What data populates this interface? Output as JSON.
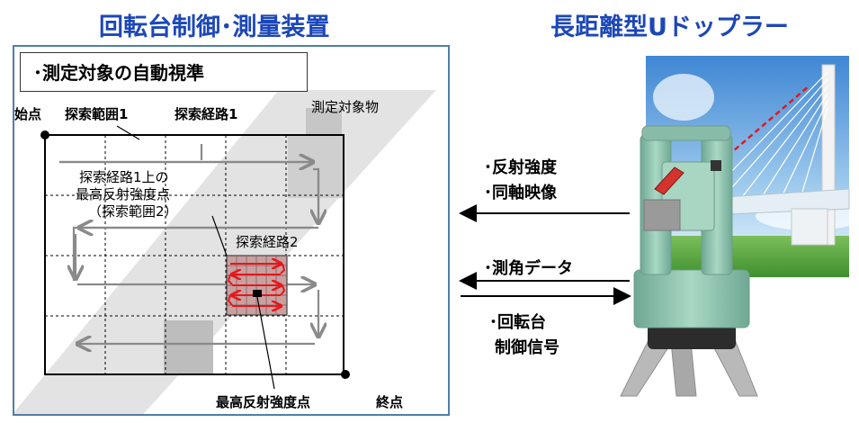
{
  "titles": {
    "left": "回転台制御･測量装置",
    "right": "長距離型Uドップラー"
  },
  "diagram": {
    "box_label": "･測定対象の自動視準",
    "start_point": "始点",
    "end_point": "終点",
    "search_range_1": "探索範囲1",
    "search_path_1": "探索経路1",
    "measurement_target": "測定対象物",
    "path1_peak_line1": "探索経路1上の",
    "path1_peak_line2": "最高反射強度点",
    "path1_peak_line3": "（探索範囲2）",
    "search_path_2": "探索経路2",
    "max_reflection_point": "最高反射強度点"
  },
  "signals": {
    "reflection_intensity": "･反射強度",
    "coaxial_image": "･同軸映像",
    "angle_data": "･測角データ",
    "rotary_control_line1": "･回転台",
    "rotary_control_line2": "制御信号"
  },
  "colors": {
    "title": "#1c47b8",
    "panel_border": "#4f7fa6",
    "red_path": "#e8161b",
    "instrument_body": "#98c9b5",
    "sky": "#7fb6e3"
  },
  "icons": {
    "instrument": "surveying-instrument-icon",
    "bridge": "cable-stayed-bridge-icon"
  }
}
